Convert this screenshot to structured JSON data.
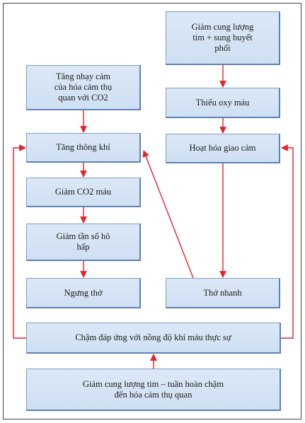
{
  "nodes": [
    {
      "id": "n1",
      "text": "Giảm cung lượng\ntim + sung huyết\nphổi"
    },
    {
      "id": "n2",
      "text": "Thiếu oxy máu"
    },
    {
      "id": "n3",
      "text": "Hoạt hóa giao cảm"
    },
    {
      "id": "n4",
      "text": "Thở nhanh"
    },
    {
      "id": "n5",
      "text": "Tăng nhạy cảm\ncủa hóa cảm thụ\nquan với CO2"
    },
    {
      "id": "n6",
      "text": "Tăng thông khí"
    },
    {
      "id": "n7",
      "text": "Giảm CO2 máu"
    },
    {
      "id": "n8",
      "text": "Giảm tần số hô\nhấp"
    },
    {
      "id": "n9",
      "text": "Ngưng thở"
    },
    {
      "id": "n10",
      "text": "Chậm đáp ứng với nồng độ khí máu thực sự"
    },
    {
      "id": "n11",
      "text": "Giảm cung lượng tim – tuần hoàn chậm\nđến hóa cảm thụ quan"
    }
  ],
  "edges": [
    {
      "from": "n1",
      "to": "n2"
    },
    {
      "from": "n2",
      "to": "n3"
    },
    {
      "from": "n3",
      "to": "n4"
    },
    {
      "from": "n4",
      "to": "n6"
    },
    {
      "from": "n5",
      "to": "n6"
    },
    {
      "from": "n6",
      "to": "n7"
    },
    {
      "from": "n7",
      "to": "n8"
    },
    {
      "from": "n8",
      "to": "n9"
    },
    {
      "from": "n11",
      "to": "n10"
    },
    {
      "from": "n10",
      "to": "n6"
    },
    {
      "from": "n10",
      "to": "n3"
    }
  ],
  "colors": {
    "arrow": "#e8202a",
    "box_fill": "#d3e3f4",
    "box_border": "#5d82b4"
  }
}
